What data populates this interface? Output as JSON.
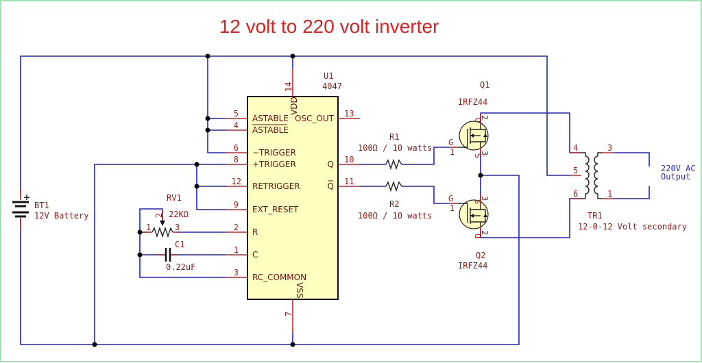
{
  "title": "12 volt to 220 volt inverter",
  "colors": {
    "wire": "#1e22c8",
    "pin": "#c0262a",
    "label": "#8b1a1a",
    "ic_fill": "#ffffc2",
    "title": "#e02020",
    "border": "#9ee0b0"
  },
  "battery": {
    "ref": "BT1",
    "value": "12V Battery"
  },
  "ic": {
    "ref": "U1",
    "value": "4047",
    "vdd": "VDD",
    "vss": "VSS",
    "left_pins": [
      {
        "num": "5",
        "name": "ASTABLE"
      },
      {
        "num": "4",
        "name": "ASTABLE"
      },
      {
        "num": "6",
        "name": "−TRIGGER"
      },
      {
        "num": "8",
        "name": "+TRIGGER"
      },
      {
        "num": "12",
        "name": "RETRIGGER"
      },
      {
        "num": "9",
        "name": "EXT_RESET"
      },
      {
        "num": "2",
        "name": "R"
      },
      {
        "num": "1",
        "name": "C"
      },
      {
        "num": "3",
        "name": "RC_COMMON"
      }
    ],
    "right_pins": [
      {
        "num": "13",
        "name": "OSC_OUT"
      },
      {
        "num": "10",
        "name": "Q"
      },
      {
        "num": "11",
        "name": "Q"
      }
    ],
    "top_pin": "14",
    "bottom_pin": "7"
  },
  "rv1": {
    "ref": "RV1",
    "value": "22KΩ",
    "pins": [
      "1",
      "2",
      "3"
    ]
  },
  "c1": {
    "ref": "C1",
    "value": "0.22uF"
  },
  "r1": {
    "ref": "R1",
    "value": "100Ω / 10 watts"
  },
  "r2": {
    "ref": "R2",
    "value": "100Ω / 10 watts"
  },
  "q1": {
    "ref": "Q1",
    "value": "IRFZ44",
    "g": "G",
    "g_pin": "1",
    "d": "D",
    "d_pin": "2",
    "s": "S",
    "s_pin": "3"
  },
  "q2": {
    "ref": "Q2",
    "value": "IRFZ44",
    "g": "G",
    "g_pin": "1",
    "d": "D",
    "d_pin": "2",
    "s": "S",
    "s_pin": "3"
  },
  "tr1": {
    "ref": "TR1",
    "value": "12-0-12 Volt secondary",
    "pins": [
      "4",
      "5",
      "6",
      "3",
      "1"
    ]
  },
  "output": {
    "line1": "220V AC",
    "line2": "Output"
  }
}
